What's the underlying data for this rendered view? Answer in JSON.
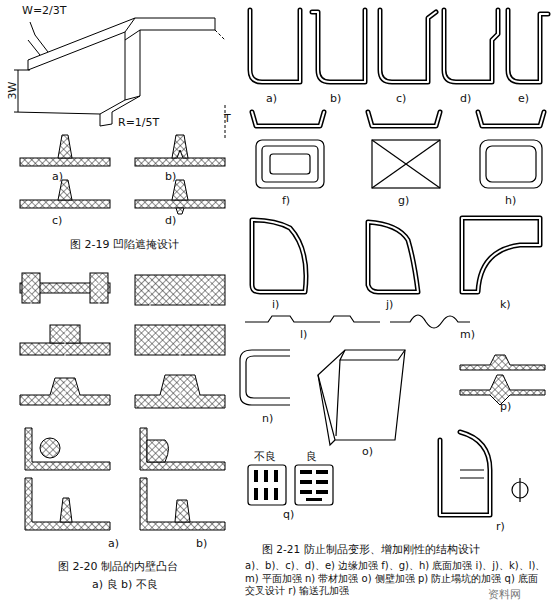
{
  "diagram": {
    "labels": [
      "W=2/3T",
      "3W",
      "R=1/5T",
      "T",
      "a)",
      "b)",
      "c)",
      "d)",
      "图 2-19 凹陷遮掩设计",
      "a)",
      "b)",
      "图 2-20 制品的内壁凸台",
      "a) 良 b) 不良",
      "a)",
      "b)",
      "c)",
      "d)",
      "e)",
      "f)",
      "g)",
      "h)",
      "i)",
      "j)",
      "k)",
      "l)",
      "m)",
      "n)",
      "o)",
      "p)",
      "不良",
      "良",
      "q)",
      "r)",
      "图 2-21 防止制品变形、增加刚性的结构设计",
      "a)、b)、c)、d)、e) 边缘加强 f)、g)、h) 底面加强 i)、j)、k)、l)、m) 平面加强 n) 带材加强 o) 侧壁加强 p) 防止塌坑的加强 q) 底面交叉设计 r) 输送孔加强",
      "资料网"
    ]
  }
}
